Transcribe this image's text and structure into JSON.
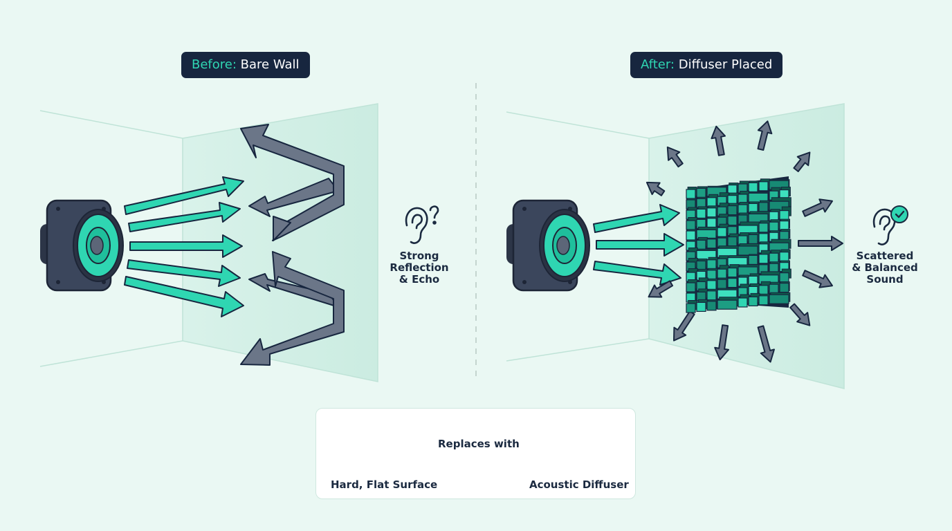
{
  "before": {
    "label_prefix": "Before:",
    "label_suffix": "Bare Wall"
  },
  "after": {
    "label_prefix": "After:",
    "label_suffix": "Diffuser Placed"
  },
  "before_caption": [
    "Strong",
    "Reflection",
    "& Echo"
  ],
  "after_caption": [
    "Scattered",
    "& Balanced",
    "Sound"
  ],
  "legend": {
    "left_label": "Hard, Flat Surface",
    "arrow_label": "Replaces with",
    "right_label": "Acoustic Diffuser"
  },
  "colors": {
    "accent": "#2fd6b2",
    "dark": "#17263f",
    "speaker": "#3b465c",
    "reflection": "#6b7688",
    "wall": "#d3efe6",
    "background": "#eaf8f3"
  },
  "icons": [
    "speaker-icon",
    "ear-icon",
    "question-mark-icon",
    "check-badge-icon",
    "flat-panel-icon",
    "diffuser-icon"
  ]
}
